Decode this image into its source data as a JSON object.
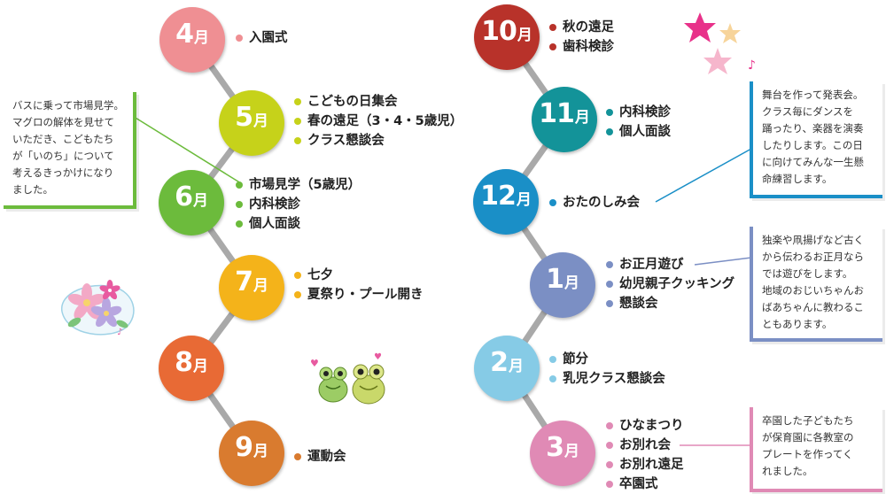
{
  "month_unit": "月",
  "months": [
    {
      "num": "4",
      "color": "#ef8f93",
      "events": [
        "入園式"
      ]
    },
    {
      "num": "5",
      "color": "#c6d21a",
      "events": [
        "こどもの日集会",
        "春の遠足（3・4・5歳児）",
        "クラス懇談会"
      ]
    },
    {
      "num": "6",
      "color": "#6cbb3c",
      "events": [
        "市場見学（5歳児）",
        "内科検診",
        "個人面談"
      ]
    },
    {
      "num": "7",
      "color": "#f4b31a",
      "events": [
        "七夕",
        "夏祭り・プール開き"
      ]
    },
    {
      "num": "8",
      "color": "#e86a35",
      "events": []
    },
    {
      "num": "9",
      "color": "#d97b2f",
      "events": [
        "運動会"
      ]
    },
    {
      "num": "10",
      "color": "#b8322a",
      "events": [
        "秋の遠足",
        "歯科検診"
      ]
    },
    {
      "num": "11",
      "color": "#139399",
      "events": [
        "内科検診",
        "個人面談"
      ]
    },
    {
      "num": "12",
      "color": "#1a8fc7",
      "events": [
        "おたのしみ会"
      ]
    },
    {
      "num": "1",
      "color": "#7b8fc4",
      "events": [
        "お正月遊び",
        "幼児親子クッキング",
        "懇談会"
      ]
    },
    {
      "num": "2",
      "color": "#86cbe6",
      "events": [
        "節分",
        "乳児クラス懇談会"
      ]
    },
    {
      "num": "3",
      "color": "#e08ab5",
      "events": [
        "ひなまつり",
        "お別れ会",
        "お別れ遠足",
        "卒園式"
      ]
    }
  ],
  "notes": {
    "june": [
      "バスに乗って市場見学。",
      "マグロの解体を見せて",
      "いただき、こどもたち",
      "が「いのち」について",
      "考えるきっかけになり",
      "ました。"
    ],
    "december": [
      "舞台を作って発表会。",
      "クラス毎にダンスを",
      "踊ったり、楽器を演奏",
      "したりします。この日",
      "に向けてみんな一生懸",
      "命練習します。"
    ],
    "january": [
      "独楽や凧揚げなど古く",
      "から伝わるお正月なら",
      "では遊びをします。",
      "地域のおじいちゃんお",
      "ばあちゃんに教わるこ",
      "ともあります。"
    ],
    "march": [
      "卒園した子どもたち",
      "が保育園に各教室の",
      "プレートを作ってく",
      "れました。"
    ]
  },
  "colors": {
    "connector": "#a9a9a9"
  }
}
